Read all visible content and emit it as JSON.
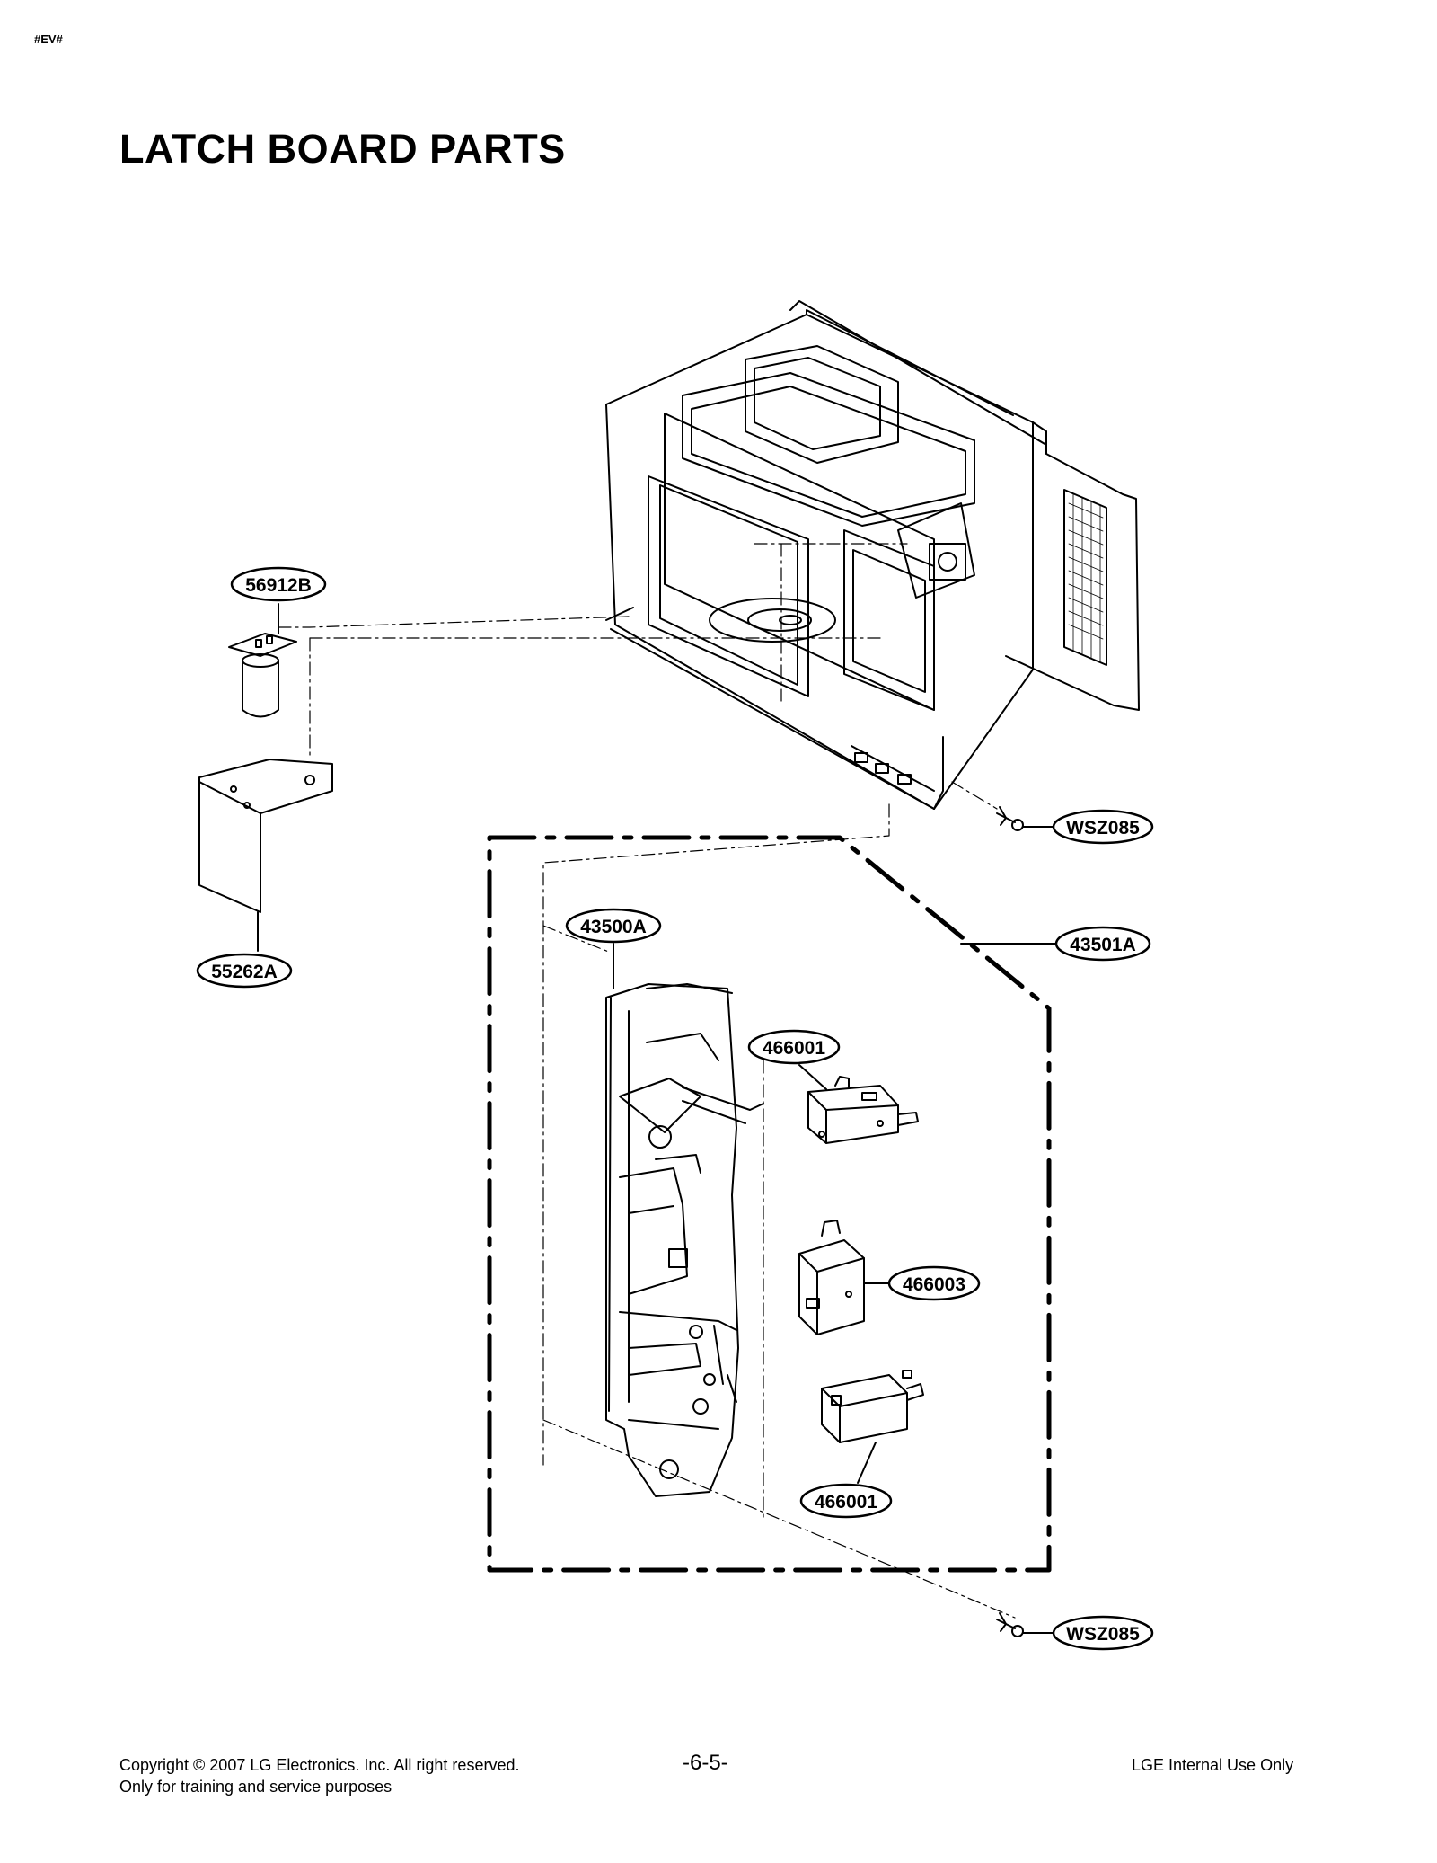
{
  "header": {
    "doc_tag": "#EV#",
    "title": "LATCH BOARD PARTS"
  },
  "callouts": {
    "c1": "56912B",
    "c2": "55262A",
    "c3": "WSZ085",
    "c4": "43500A",
    "c5": "43501A",
    "c6": "466001",
    "c7": "466003",
    "c8": "466001",
    "c9": "WSZ085"
  },
  "footer": {
    "copyright": "Copyright © 2007 LG Electronics. Inc. All right reserved.",
    "purpose": "Only for training and service purposes",
    "page_number": "-6-5-",
    "usage": "LGE Internal Use Only"
  }
}
